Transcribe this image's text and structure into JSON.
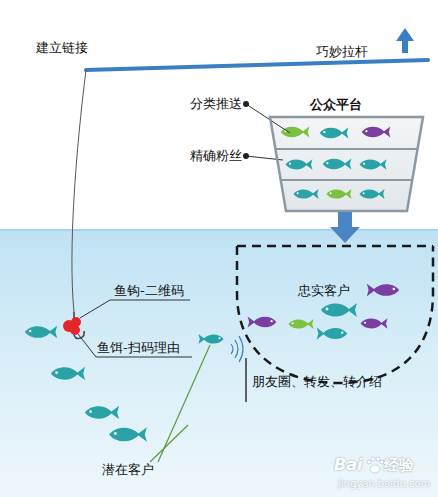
{
  "diagram": {
    "nodes": [
      {
        "text": [
          "公众平台"
        ]
      },
      {
        "text": [
          "忠实客户"
        ]
      }
    ],
    "edges": [
      {
        "from": 0,
        "to": 1,
        "arrow": "to"
      }
    ],
    "labels": [
      "建立链接",
      "巧妙拉杆",
      "分类推送",
      "精确粉丝",
      "鱼钩-二维码",
      "鱼饵-扫码理由",
      "朋友圈、转发、转介绍",
      "潜在客户",
      "Bai",
      "经验",
      "jingyan.baidu.com"
    ]
  }
}
